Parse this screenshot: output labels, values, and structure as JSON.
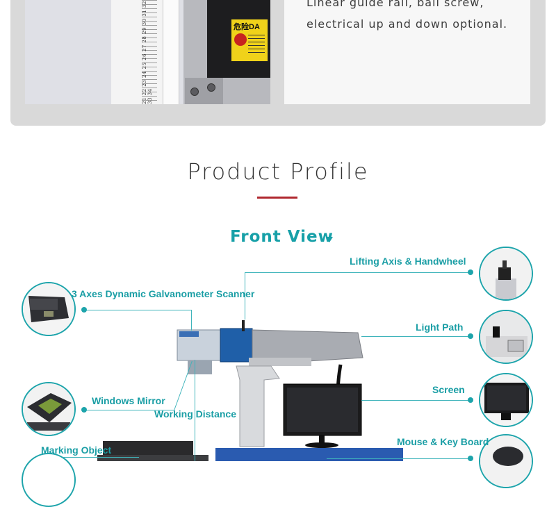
{
  "top_section": {
    "warning_label": "危险DA",
    "ruler_numbers": "21 22 23 24 25 26 27 28 29 30 31 32 33 34",
    "spec_lines": [
      "Linear guide rail, ball screw,",
      "electrical up and down optional."
    ]
  },
  "profile": {
    "title": "Product Profile",
    "front_view": "Front View"
  },
  "callouts": {
    "lifting_axis": "Lifting Axis & Handwheel",
    "scanner": "3 Axes Dynamic Galvanometer Scanner",
    "light_path": "Light Path",
    "windows_mirror": "Windows Mirror",
    "working_distance": "Working Distance",
    "screen": "Screen",
    "marking_object": "Marking Object",
    "mouse_keyboard": "Mouse & Key Board"
  },
  "colors": {
    "accent": "#1a9ea5",
    "title_rule": "#b0282f",
    "panel_gray": "#d9d9d9"
  }
}
